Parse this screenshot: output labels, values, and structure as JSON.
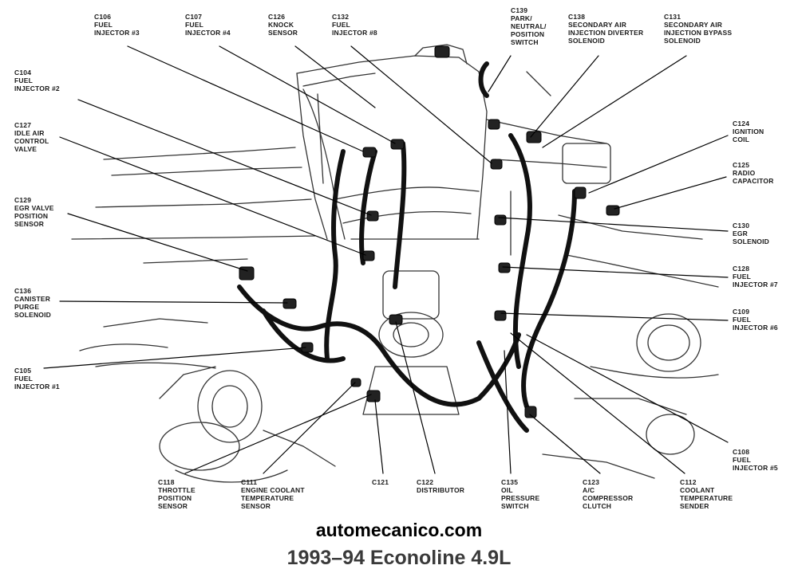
{
  "caption": "1993–94 Econoline 4.9L",
  "watermark": "automecanico.com",
  "components": [
    {
      "id": "C106",
      "lines": [
        "C106",
        "FUEL",
        "INJECTOR #3"
      ]
    },
    {
      "id": "C107",
      "lines": [
        "C107",
        "FUEL",
        "INJECTOR #4"
      ]
    },
    {
      "id": "C126",
      "lines": [
        "C126",
        "KNOCK",
        "SENSOR"
      ]
    },
    {
      "id": "C132",
      "lines": [
        "C132",
        "FUEL",
        "INJECTOR #8"
      ]
    },
    {
      "id": "C139",
      "lines": [
        "C139",
        "PARK/",
        "NEUTRAL/",
        "POSITION",
        "SWITCH"
      ]
    },
    {
      "id": "C138",
      "lines": [
        "C138",
        "SECONDARY AIR",
        "INJECTION DIVERTER",
        "SOLENOID"
      ]
    },
    {
      "id": "C131",
      "lines": [
        "C131",
        "SECONDARY AIR",
        "INJECTION BYPASS",
        "SOLENOID"
      ]
    },
    {
      "id": "C104",
      "lines": [
        "C104",
        "FUEL",
        "INJECTOR #2"
      ]
    },
    {
      "id": "C127",
      "lines": [
        "C127",
        "IDLE AIR",
        "CONTROL",
        "VALVE"
      ]
    },
    {
      "id": "C129",
      "lines": [
        "C129",
        "EGR VALVE",
        "POSITION",
        "SENSOR"
      ]
    },
    {
      "id": "C136",
      "lines": [
        "C136",
        "CANISTER",
        "PURGE",
        "SOLENOID"
      ]
    },
    {
      "id": "C105",
      "lines": [
        "C105",
        "FUEL",
        "INJECTOR #1"
      ]
    },
    {
      "id": "C124",
      "lines": [
        "C124",
        "IGNITION",
        "COIL"
      ]
    },
    {
      "id": "C125",
      "lines": [
        "C125",
        "RADIO",
        "CAPACITOR"
      ]
    },
    {
      "id": "C130",
      "lines": [
        "C130",
        "EGR",
        "SOLENOID"
      ]
    },
    {
      "id": "C128",
      "lines": [
        "C128",
        "FUEL",
        "INJECTOR #7"
      ]
    },
    {
      "id": "C109",
      "lines": [
        "C109",
        "FUEL",
        "INJECTOR #6"
      ]
    },
    {
      "id": "C108",
      "lines": [
        "C108",
        "FUEL",
        "INJECTOR #5"
      ]
    },
    {
      "id": "C118",
      "lines": [
        "C118",
        "THROTTLE",
        "POSITION",
        "SENSOR"
      ]
    },
    {
      "id": "C111",
      "lines": [
        "C111",
        "ENGINE COOLANT",
        "TEMPERATURE",
        "SENSOR"
      ]
    },
    {
      "id": "C121",
      "lines": [
        "C121"
      ]
    },
    {
      "id": "C122",
      "lines": [
        "C122",
        "DISTRIBUTOR"
      ]
    },
    {
      "id": "C135",
      "lines": [
        "C135",
        "OIL",
        "PRESSURE",
        "SWITCH"
      ]
    },
    {
      "id": "C123",
      "lines": [
        "C123",
        "A/C",
        "COMPRESSOR",
        "CLUTCH"
      ]
    },
    {
      "id": "C112",
      "lines": [
        "C112",
        "COOLANT",
        "TEMPERATURE",
        "SENDER"
      ]
    }
  ]
}
